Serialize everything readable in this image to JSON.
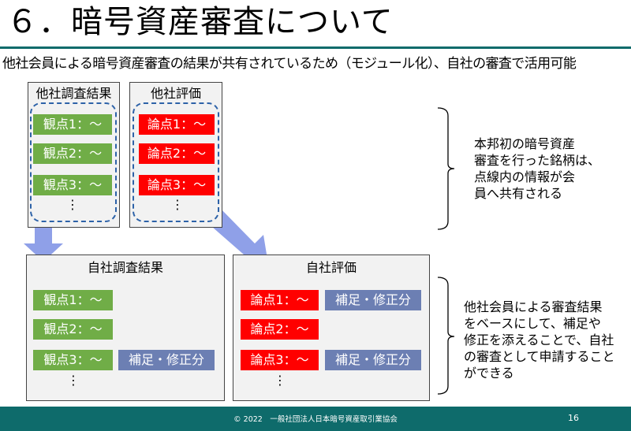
{
  "title": "６．暗号資産審査について",
  "subtitle": "他社会員による暗号資産審査の結果が共有されているため（モジュール化）、自社の審査で活用可能",
  "other_investigation": {
    "title": "他社調査結果",
    "items": [
      "観点1：～",
      "観点2：～",
      "観点3：～"
    ]
  },
  "other_evaluation": {
    "title": "他社評価",
    "items": [
      "論点1：～",
      "論点2：～",
      "論点3：～"
    ]
  },
  "own_investigation": {
    "title": "自社調査結果",
    "items": [
      "観点1：～",
      "観点2：～",
      "観点3：～"
    ],
    "supplement": "補足・修正分"
  },
  "own_evaluation": {
    "title": "自社評価",
    "items": [
      "論点1：～",
      "論点2：～",
      "論点3：～"
    ],
    "supplement_1": "補足・修正分",
    "supplement_3": "補足・修正分"
  },
  "note_top": [
    "本邦初の暗号資産",
    "審査を行った銘柄は、",
    "点線内の情報が会",
    "員へ共有される"
  ],
  "note_bottom": [
    "他社会員による審査結果",
    "をベースにして、補足や",
    "修正を添えることで、自社",
    "の審査として申請すること",
    "ができる"
  ],
  "ellipsis": "⋮",
  "footer": {
    "copyright": "© 2022　一般社団法人日本暗号資産取引業協会",
    "page": "16"
  },
  "colors": {
    "accent": "#0e6b6b",
    "green": "#70ad47",
    "red": "#ff0000",
    "blue": "#6c7fb3",
    "arrow": "#8fa0e8",
    "dash": "#2d62a8"
  }
}
